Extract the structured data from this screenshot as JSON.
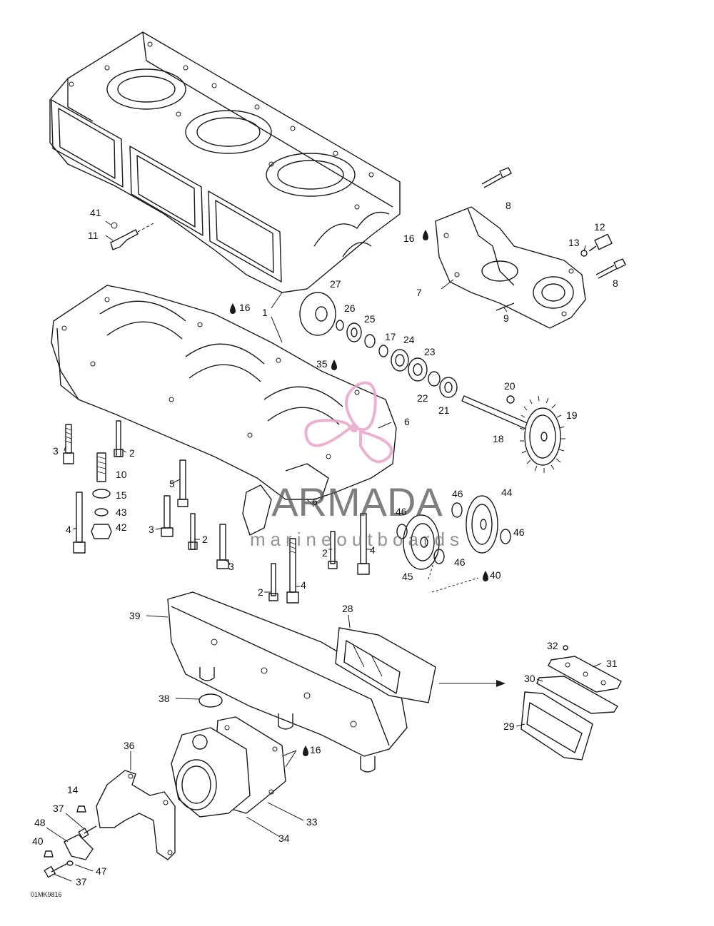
{
  "drawing_code": "01MK9816",
  "watermark": {
    "brand": "ARMADA",
    "tagline": "marineoutboards",
    "logo_color": "#e8a4c8"
  },
  "callouts": [
    {
      "id": "c41",
      "label": "41"
    },
    {
      "id": "c11",
      "label": "11"
    },
    {
      "id": "c8a",
      "label": "8"
    },
    {
      "id": "c16a",
      "label": "16"
    },
    {
      "id": "c12",
      "label": "12"
    },
    {
      "id": "c13",
      "label": "13"
    },
    {
      "id": "c8b",
      "label": "8"
    },
    {
      "id": "c7",
      "label": "7"
    },
    {
      "id": "c9",
      "label": "9"
    },
    {
      "id": "c27",
      "label": "27"
    },
    {
      "id": "c16b",
      "label": "16"
    },
    {
      "id": "c1",
      "label": "1"
    },
    {
      "id": "c26",
      "label": "26"
    },
    {
      "id": "c25",
      "label": "25"
    },
    {
      "id": "c17",
      "label": "17"
    },
    {
      "id": "c24",
      "label": "24"
    },
    {
      "id": "c35",
      "label": "35"
    },
    {
      "id": "c23",
      "label": "23"
    },
    {
      "id": "c20",
      "label": "20"
    },
    {
      "id": "c22",
      "label": "22"
    },
    {
      "id": "c21",
      "label": "21"
    },
    {
      "id": "c19",
      "label": "19"
    },
    {
      "id": "c18",
      "label": "18"
    },
    {
      "id": "c6a",
      "label": "6"
    },
    {
      "id": "c3a",
      "label": "3"
    },
    {
      "id": "c2a",
      "label": "2"
    },
    {
      "id": "c10",
      "label": "10"
    },
    {
      "id": "c5",
      "label": "5"
    },
    {
      "id": "c15",
      "label": "15"
    },
    {
      "id": "c6b",
      "label": "6"
    },
    {
      "id": "c46a",
      "label": "46"
    },
    {
      "id": "c44",
      "label": "44"
    },
    {
      "id": "c43",
      "label": "43"
    },
    {
      "id": "c42",
      "label": "42"
    },
    {
      "id": "c4a",
      "label": "4"
    },
    {
      "id": "c3b",
      "label": "3"
    },
    {
      "id": "c2b",
      "label": "2"
    },
    {
      "id": "c46b",
      "label": "46"
    },
    {
      "id": "c46c",
      "label": "46"
    },
    {
      "id": "c2c",
      "label": "2"
    },
    {
      "id": "c4b",
      "label": "4"
    },
    {
      "id": "c3c",
      "label": "3"
    },
    {
      "id": "c46d",
      "label": "46"
    },
    {
      "id": "c45",
      "label": "45"
    },
    {
      "id": "c40a",
      "label": "40"
    },
    {
      "id": "c2d",
      "label": "2"
    },
    {
      "id": "c4c",
      "label": "4"
    },
    {
      "id": "c39",
      "label": "39"
    },
    {
      "id": "c28",
      "label": "28"
    },
    {
      "id": "c32",
      "label": "32"
    },
    {
      "id": "c31",
      "label": "31"
    },
    {
      "id": "c30",
      "label": "30"
    },
    {
      "id": "c38",
      "label": "38"
    },
    {
      "id": "c29",
      "label": "29"
    },
    {
      "id": "c36",
      "label": "36"
    },
    {
      "id": "c16c",
      "label": "16"
    },
    {
      "id": "c14",
      "label": "14"
    },
    {
      "id": "c37a",
      "label": "37"
    },
    {
      "id": "c33",
      "label": "33"
    },
    {
      "id": "c48",
      "label": "48"
    },
    {
      "id": "c34",
      "label": "34"
    },
    {
      "id": "c40b",
      "label": "40"
    },
    {
      "id": "c47",
      "label": "47"
    },
    {
      "id": "c37b",
      "label": "37"
    }
  ]
}
